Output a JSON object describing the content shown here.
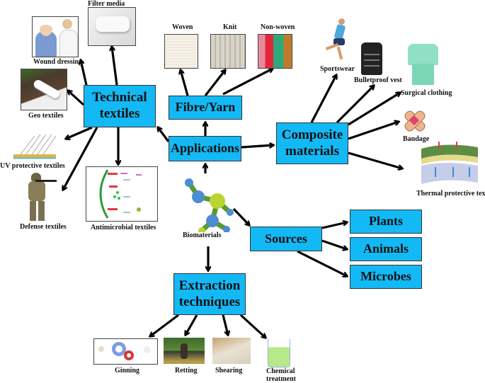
{
  "diagram": {
    "center": {
      "label": "Biomaterials",
      "icon": "molecule-icon"
    },
    "nodes": {
      "applications": "Applications",
      "fibre_yarn": "Fibre/Yarn",
      "technical_textiles": "Technical textiles",
      "composite_materials": "Composite materials",
      "sources": "Sources",
      "plants": "Plants",
      "animals": "Animals",
      "microbes": "Microbes",
      "extraction_techniques": "Extraction techniques"
    },
    "technical_textiles_items": [
      {
        "label": "Filter media",
        "icon": "filter-roll-icon"
      },
      {
        "label": "Wound dressing",
        "icon": "wound-dressing-icon"
      },
      {
        "label": "Geo textiles",
        "icon": "geotextile-roll-icon"
      },
      {
        "label": "UV protective textiles",
        "icon": "uv-layer-icon"
      },
      {
        "label": "Defense textiles",
        "icon": "soldier-icon"
      },
      {
        "label": "Antimicrobial textiles",
        "icon": "antimicrobial-diagram-icon"
      }
    ],
    "fibre_items": [
      {
        "label": "Woven",
        "icon": "woven-fabric-icon"
      },
      {
        "label": "Knit",
        "icon": "knit-fabric-icon"
      },
      {
        "label": "Non-woven",
        "icon": "nonwoven-fabric-icon"
      }
    ],
    "composite_items": [
      {
        "label": "Sportswear",
        "icon": "runner-icon"
      },
      {
        "label": "Bulletproof vest",
        "icon": "vest-icon"
      },
      {
        "label": "Surgical clothing",
        "icon": "scrubs-icon"
      },
      {
        "label": "Bandage",
        "icon": "bandage-icon"
      },
      {
        "label": "Thermal protective textiles",
        "icon": "thermal-layers-icon"
      }
    ],
    "extraction_items": [
      {
        "label": "Ginning",
        "icon": "gears-icon"
      },
      {
        "label": "Retting",
        "icon": "retting-photo-icon"
      },
      {
        "label": "Shearing",
        "icon": "shearing-photo-icon"
      },
      {
        "label": "Chemical treatment",
        "icon": "beaker-icon"
      }
    ],
    "colors": {
      "box_fill": "#13b9f5",
      "box_border": "#333333",
      "arrow": "#000000"
    }
  }
}
